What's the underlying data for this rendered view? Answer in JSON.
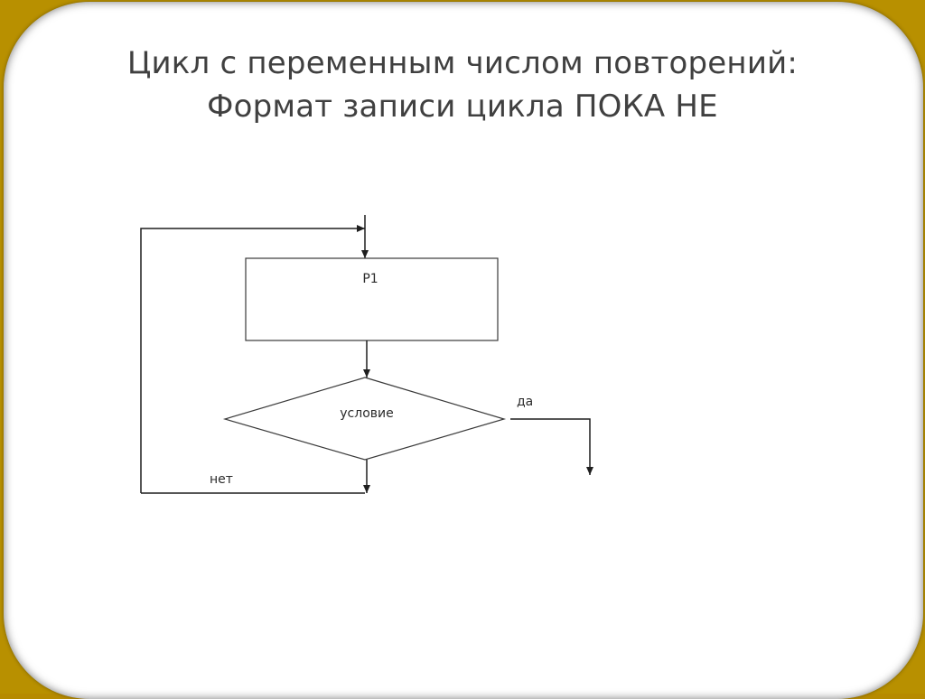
{
  "slide": {
    "title_line1": "Цикл с переменным числом повторений:",
    "title_line2": "Формат записи цикла ПОКА НЕ"
  },
  "flowchart": {
    "process_label": "P1",
    "condition_label": "условие",
    "yes_label": "да",
    "no_label": "нет"
  },
  "colors": {
    "frame": "#b89000",
    "slide_background": "#ffffff",
    "title_text": "#404040",
    "lines": "#2b2b2b"
  }
}
